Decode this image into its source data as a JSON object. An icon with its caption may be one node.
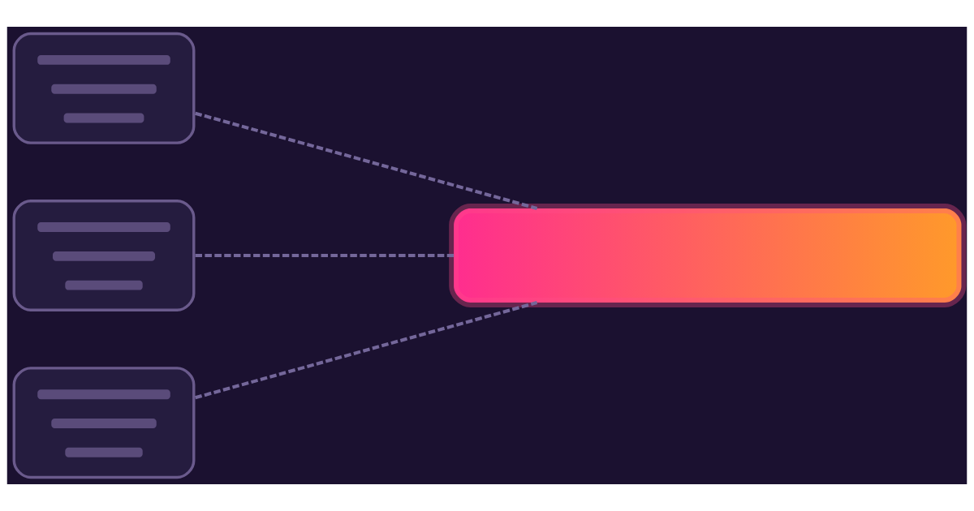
{
  "diagram": {
    "nodes": [
      {
        "text": [],
        "shape": "box"
      },
      {
        "text": [],
        "shape": "box"
      },
      {
        "text": [],
        "shape": "box"
      },
      {
        "text": [],
        "shape": "bar"
      }
    ],
    "edges": [
      {
        "from": 0,
        "to": 3,
        "arrow": "none",
        "style": "dashed"
      },
      {
        "from": 1,
        "to": 3,
        "arrow": "none",
        "style": "dashed"
      },
      {
        "from": 2,
        "to": 3,
        "arrow": "none",
        "style": "dashed"
      }
    ]
  }
}
